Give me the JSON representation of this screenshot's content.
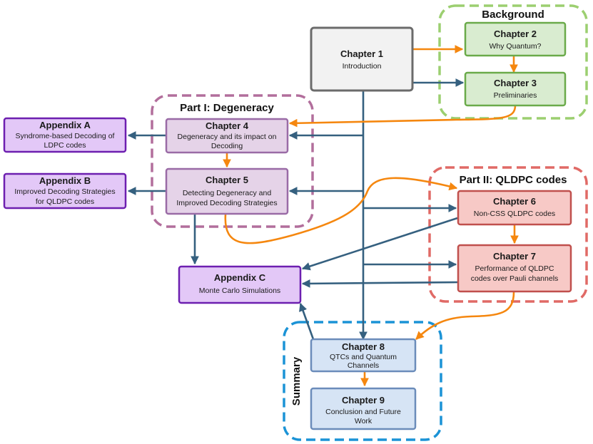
{
  "groups": {
    "background": {
      "title": "Background",
      "border_color": "#9ccf70"
    },
    "part1": {
      "title": "Part I: Degeneracy",
      "border_color": "#b26e9c"
    },
    "part2": {
      "title": "Part II: QLDPC codes",
      "border_color": "#e06a66"
    },
    "summary": {
      "title": "Summary",
      "border_color": "#1b93d6"
    }
  },
  "nodes": {
    "ch1": {
      "title": "Chapter 1",
      "lines": [
        "Introduction"
      ]
    },
    "ch2": {
      "title": "Chapter 2",
      "lines": [
        "Why Quantum?"
      ]
    },
    "ch3": {
      "title": "Chapter 3",
      "lines": [
        "Preliminaries"
      ]
    },
    "ch4": {
      "title": "Chapter 4",
      "lines": [
        "Degeneracy and its impact on",
        "Decoding"
      ]
    },
    "ch5": {
      "title": "Chapter 5",
      "lines": [
        "Detecting Degeneracy and",
        "Improved Decoding Strategies"
      ]
    },
    "ch6": {
      "title": "Chapter 6",
      "lines": [
        "Non-CSS QLDPC codes"
      ]
    },
    "ch7": {
      "title": "Chapter 7",
      "lines": [
        "Performance of QLDPC",
        "codes over Pauli channels"
      ]
    },
    "ch8": {
      "title": "Chapter 8",
      "lines": [
        "QTCs and Quantum",
        "Channels"
      ]
    },
    "ch9": {
      "title": "Chapter 9",
      "lines": [
        "Conclusion and Future",
        "Work"
      ]
    },
    "appA": {
      "title": "Appendix A",
      "lines": [
        "Syndrome-based Decoding of",
        "LDPC codes"
      ]
    },
    "appB": {
      "title": "Appendix B",
      "lines": [
        "Improved Decoding Strategies",
        "for QLDPC codes"
      ]
    },
    "appC": {
      "title": "Appendix C",
      "lines": [
        "Monte Carlo Simulations"
      ]
    }
  },
  "colors": {
    "ch1_fill": "#f2f2f2",
    "ch1_border": "#6b6b6b",
    "background_fill": "#d9ecd0",
    "background_border": "#6aaa4a",
    "part1_fill": "#e5d3e8",
    "part1_border": "#9a6ba6",
    "part2_fill": "#f7c9c6",
    "part2_border": "#c0504d",
    "summary_fill": "#d6e4f5",
    "summary_border": "#6b8cba",
    "appendix_fill": "#e3c8f7",
    "appendix_border": "#6d1fb0",
    "arrow_blue": "#35607f",
    "arrow_orange": "#f5870f"
  }
}
